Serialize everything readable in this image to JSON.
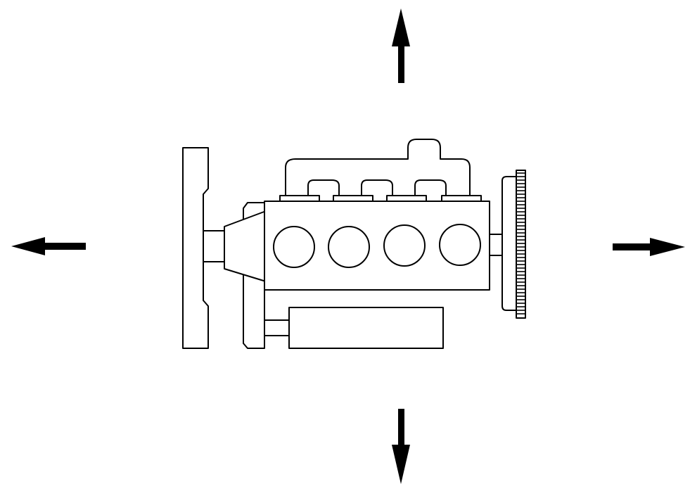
{
  "figure": {
    "subject": "engine-block",
    "cylinder_count": 4,
    "arrows": [
      "up",
      "down",
      "left",
      "right"
    ],
    "line_color": "#000000",
    "background_color": "#ffffff"
  }
}
